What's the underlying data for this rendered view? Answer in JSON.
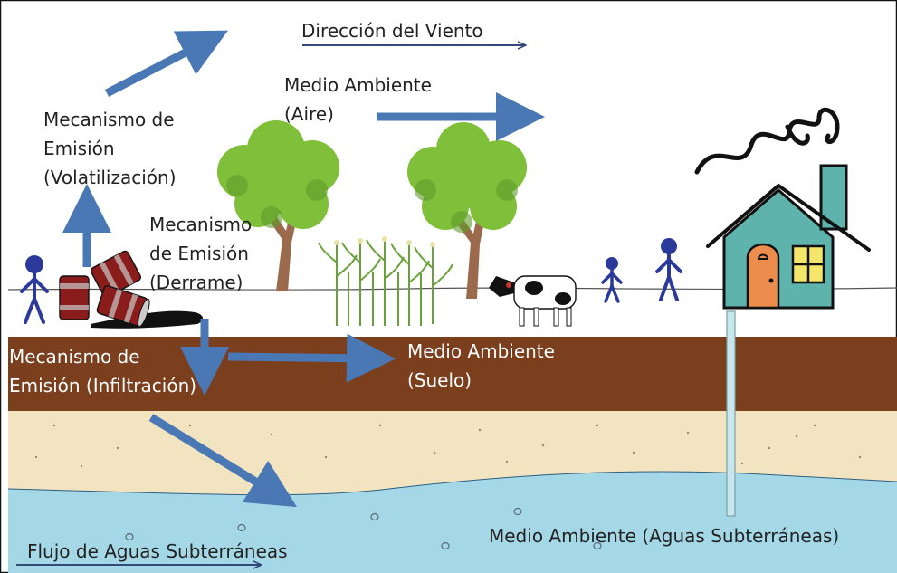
{
  "labels": {
    "wind_direction": "Dirección del Viento",
    "air_medium": [
      "Medio Ambiente",
      "(Aire)"
    ],
    "volatilization": [
      "Mecanismo de",
      "Emisión",
      "(Volatilización)"
    ],
    "spill": [
      "Mecanismo",
      "de Emisión",
      "(Derrame)"
    ],
    "infiltration": [
      "Mecanismo de",
      "Emisión (Infiltración)"
    ],
    "soil_medium": [
      "Medio Ambiente",
      "(Suelo)"
    ],
    "groundwater_medium": "Medio Ambiente (Aguas Subterráneas)",
    "groundwater_flow": "Flujo de Aguas Subterráneas"
  },
  "colors": {
    "arrow_blue": "#4a78b5",
    "soil_brown": "#7b3f1e",
    "sand": "#f2e4c0",
    "water": "#a5d8e6",
    "tree_trunk": "#9b6a4c",
    "tree_leaves": "#7fbf3a",
    "house_wall": "#5fb3ad",
    "door": "#ec8c4d",
    "window": "#f4e66a",
    "person": "#2b3a9a",
    "barrel": "#8a1c1c"
  }
}
